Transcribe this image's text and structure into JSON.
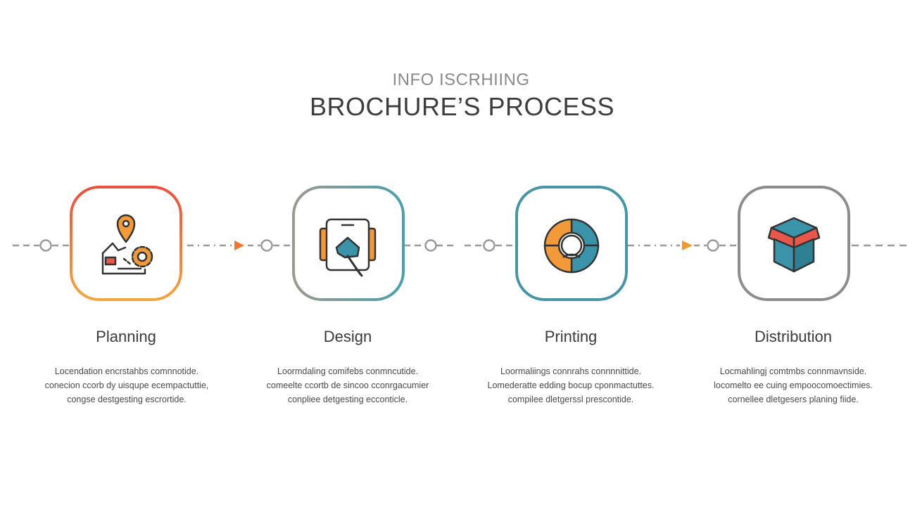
{
  "header": {
    "subtitle": "INFO ISCRHIING",
    "title": "BROCHURE’S PROCESS"
  },
  "steps": [
    {
      "label": "Planning",
      "icon": "map-pin-gear-icon",
      "border_gradient": [
        "#ef5b3e",
        "#f2a540"
      ],
      "desc": [
        "Locendation encrstahbs comnnotide.",
        "conecion ccorb dy uisqupe ecempactuttie,",
        "congse destgesting escrortide."
      ]
    },
    {
      "label": "Design",
      "icon": "tablet-design-icon",
      "border_gradient": [
        "#8f9a8c",
        "#4fa1ad"
      ],
      "desc": [
        "Loormdaling comifebs conmncutide.",
        "comeelte ccortb de sincoo cconrgacumier",
        "conpliee detgesting ecconticle."
      ]
    },
    {
      "label": "Printing",
      "icon": "print-wheel-icon",
      "border_gradient": [
        "#4596a4",
        "#4596a4"
      ],
      "desc": [
        "Loormaliings connrahs connnnittide.",
        "Lomederatte edding bocup cponmactuttes.",
        "compilee dletgerssl prescontide."
      ]
    },
    {
      "label": "Distribution",
      "icon": "box-package-icon",
      "border_gradient": [
        "#8d8d8d",
        "#8d8d8d"
      ],
      "desc": [
        "Locmahlingj comtmbs connmavnside.",
        "locomelto ee cuing empoocomoectimies.",
        "cornellee dletgesers planing fiide."
      ]
    }
  ],
  "colors": {
    "connector": "#9a9a9a",
    "arrow": "#f2762e",
    "arrow_alt": "#f29a2e"
  }
}
